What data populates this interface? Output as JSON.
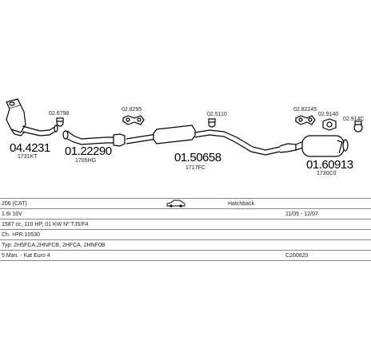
{
  "parts": {
    "p1": {
      "number": "04.4231",
      "ref": "1731KT"
    },
    "p2": {
      "number": "01.22290",
      "ref": "1705HG"
    },
    "p3": {
      "number": "01.50658",
      "ref": "1717FC"
    },
    "p4": {
      "number": "01.60913",
      "ref": "1730C0"
    }
  },
  "clamps": {
    "c1": "02.6798",
    "c2": "02.8295",
    "c3": "02.5110",
    "c4": "02.82245",
    "c5": "02.9140",
    "c6": "02.914C"
  },
  "vehicle": {
    "model": "206 (CAT)",
    "body": "Hatchback",
    "engine": "1.6i 16V",
    "years": "11/05 - 12/07",
    "spec": "1587 cc, 110 HP, 01 KW Nº TJ5/F4",
    "chassis": "Ch. >PR.10530",
    "codes": "Typ: 2H5FCA,2HNFCB, 2HFCA, 2HNF0B",
    "gearbox": "5 Man. - Kat Euro 4",
    "catalog": "C260820"
  }
}
